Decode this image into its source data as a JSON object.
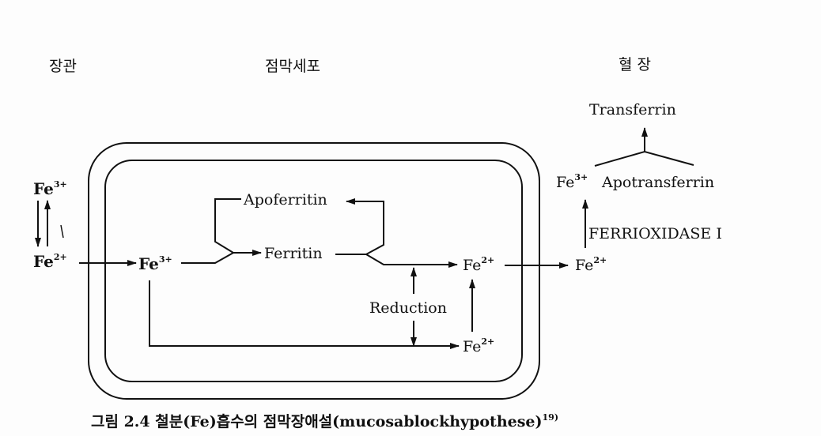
{
  "headers": {
    "lumen": "장관",
    "mucosal_cell": "점막세포",
    "plasma": "혈 장"
  },
  "lumen_species": {
    "fe3": {
      "base": "Fe",
      "charge": "3+"
    },
    "fe2": {
      "base": "Fe",
      "charge": "2+"
    }
  },
  "cell": {
    "fe3": {
      "base": "Fe",
      "charge": "3+"
    },
    "apoferritin": "Apoferritin",
    "ferritin": "Ferritin",
    "fe2_upper": {
      "base": "Fe",
      "charge": "2+"
    },
    "fe2_lower": {
      "base": "Fe",
      "charge": "2+"
    },
    "reduction": "Reduction"
  },
  "plasma_side": {
    "fe2": {
      "base": "Fe",
      "charge": "2+"
    },
    "enzyme": "FERRIOXIDASE Ⅰ",
    "fe3": {
      "base": "Fe",
      "charge": "3+"
    },
    "apotransferrin": "Apotransferrin",
    "transferrin": "Transferrin"
  },
  "caption": "그림 2.4 철분(Fe)흡수의 점막장애설(mucosablockhypothese)",
  "caption_ref": "19)"
}
